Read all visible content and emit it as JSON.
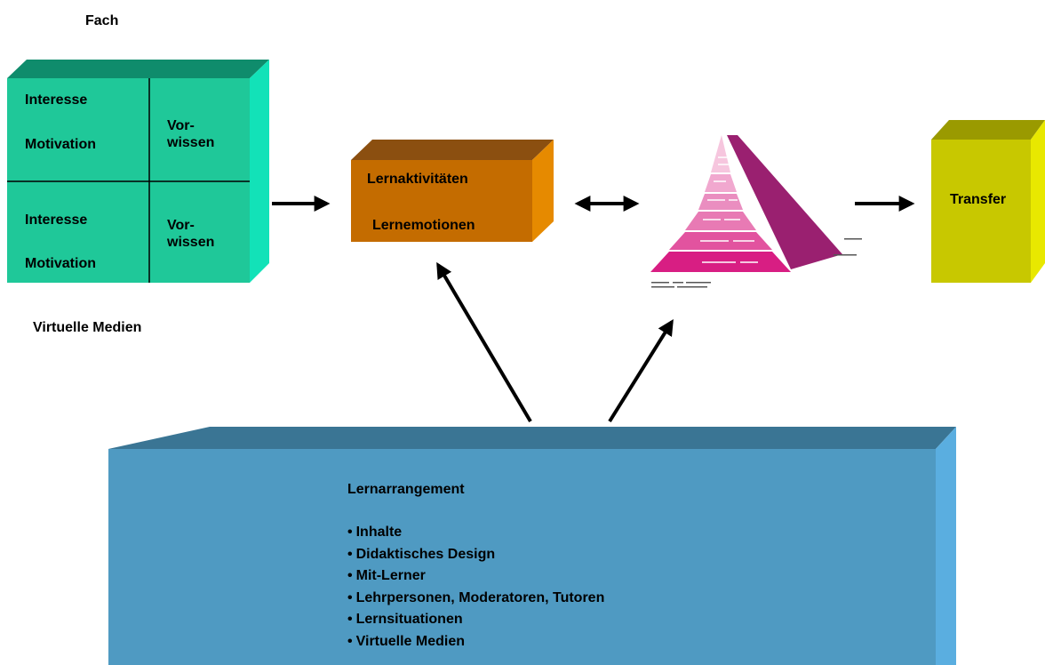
{
  "labels": {
    "fach": "Fach",
    "virtuelle_medien": "Virtuelle Medien"
  },
  "quadrants": {
    "top_left_line1": "Interesse",
    "top_left_line2": "Motivation",
    "top_right_line1": "Vor-",
    "top_right_line2": "wissen",
    "bottom_left_line1": "Interesse",
    "bottom_left_line2": "Motivation",
    "bottom_right_line1": "Vor-",
    "bottom_right_line2": "wissen"
  },
  "learning_box": {
    "line1": "Lernaktivitäten",
    "line2": "Lernemotionen"
  },
  "transfer_box": {
    "label": "Transfer"
  },
  "arrangement": {
    "title": "Lernarrangement",
    "items": [
      "Inhalte",
      "Didaktisches Design",
      "Mit-Lerner",
      "Lehrpersonen, Moderatoren, Tutoren",
      "Lernsituationen",
      "Virtuelle Medien"
    ]
  },
  "colors": {
    "green_front": "#1fc899",
    "green_top": "#0f8c6c",
    "green_side": "#12e2b8",
    "orange_front": "#c46c00",
    "orange_top": "#8b4f10",
    "orange_side": "#e68a00",
    "yellow_front": "#c8c800",
    "yellow_top": "#9a9a00",
    "yellow_side": "#e8e800",
    "blue_front": "#4f9ac2",
    "blue_top": "#3a7594",
    "blue_side": "#5aaee0",
    "pyramid_pink": "#d81e83"
  }
}
